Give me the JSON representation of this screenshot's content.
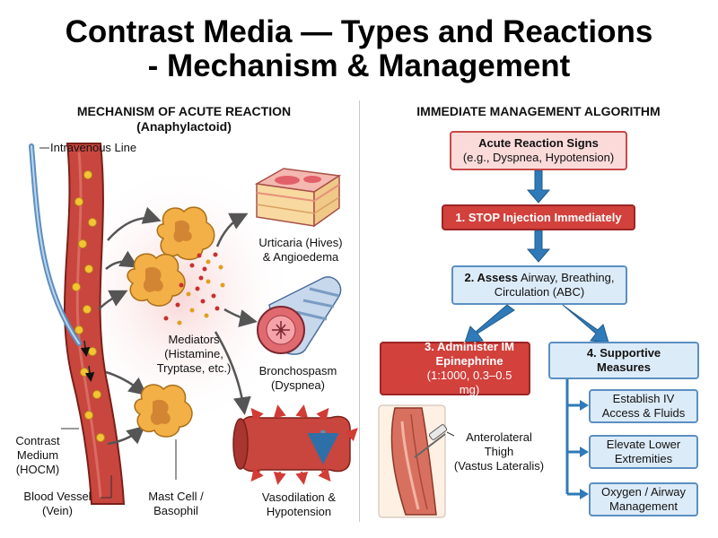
{
  "title": {
    "line1": "Contrast Media — Types and Reactions",
    "line2": "- Mechanism & Management"
  },
  "mechanism": {
    "heading_line1": "MECHANISM OF ACUTE REACTION",
    "heading_line2": "(Anaphylactoid)",
    "labels": {
      "iv_line": "Intravenous Line",
      "contrast_1": "Contrast",
      "contrast_2": "Medium",
      "contrast_3": "(HOCM)",
      "vessel_1": "Blood Vessel",
      "vessel_2": "(Vein)",
      "mast_1": "Mast Cell /",
      "mast_2": "Basophil",
      "mediators_1": "Mediators",
      "mediators_2": "(Histamine,",
      "mediators_3": "Tryptase, etc.)",
      "urticaria_1": "Urticaria (Hives)",
      "urticaria_2": "& Angioedema",
      "broncho_1": "Bronchospasm",
      "broncho_2": "(Dyspnea)",
      "vaso_1": "Vasodilation &",
      "vaso_2": "Hypotension"
    }
  },
  "management": {
    "heading": "IMMEDIATE MANAGEMENT ALGORITHM",
    "signs_title": "Acute Reaction Signs",
    "signs_sub": "(e.g., Dyspnea, Hypotension)",
    "step1": "1. STOP Injection Immediately",
    "step2_bold": "2. Assess",
    "step2_rest": " Airway, Breathing,",
    "step2_line2": "Circulation (ABC)",
    "step3_line1": "3. Administer IM",
    "step3_line2": "Epinephrine",
    "step3_line3": "(1:1000, 0.3–0.5 mg)",
    "step4_line1": "4. Supportive",
    "step4_line2": "Measures",
    "support_1a": "Establish IV",
    "support_1b": "Access & Fluids",
    "support_2a": "Elevate Lower",
    "support_2b": "Extremities",
    "support_3a": "Oxygen / Airway",
    "support_3b": "Management",
    "thigh_1": "Anterolateral",
    "thigh_2": "Thigh",
    "thigh_3": "(Vastus Lateralis)"
  },
  "colors": {
    "vessel": "#c8463e",
    "flow_arrow": "#2f7ab8",
    "pink_box": "#fbdada",
    "red_box": "#d2413c",
    "blue_box": "#dcebf8",
    "mast_cell": "#f3b046"
  }
}
